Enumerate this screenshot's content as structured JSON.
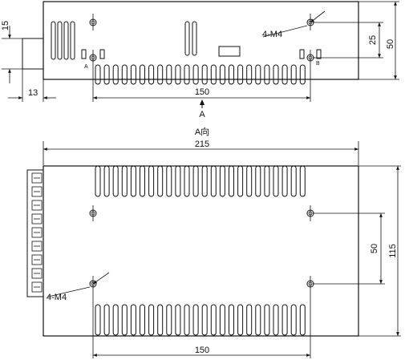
{
  "top_view": {
    "dim_height_total": "50",
    "dim_hole_spacing_v": "25",
    "dim_terminal": "15",
    "dim_offset": "13",
    "dim_hole_spacing_h": "150",
    "hole_callout": "4-M4",
    "label_a": "A",
    "label_b": "B",
    "view_arrow_label": "A"
  },
  "bottom_view": {
    "view_title": "A向",
    "dim_length": "215",
    "dim_width": "115",
    "dim_hole_spacing_v": "50",
    "dim_hole_spacing_h": "150",
    "hole_callout": "4-M4"
  }
}
